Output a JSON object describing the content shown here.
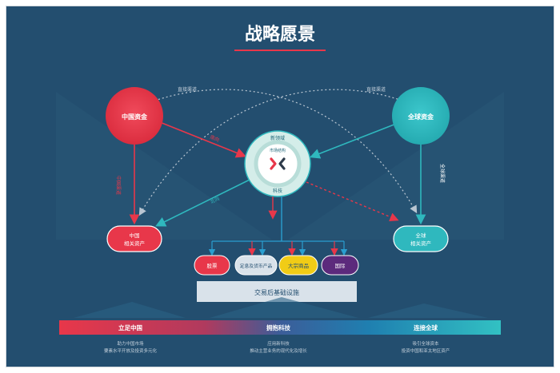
{
  "title": "战略愿景",
  "left_fund": "中国资金",
  "right_fund": "全球资金",
  "left_asset": [
    "中国",
    "相关资产"
  ],
  "right_asset": [
    "全球",
    "相关资产"
  ],
  "center_top": "新领域",
  "center_inner": "市场结构",
  "center_bottom": "科技",
  "arc_label_left": "直接渠道",
  "arc_label_right": "直接渠道",
  "label_nanxiang": "南向",
  "label_beixiang": "北向",
  "label_china_channel": "中国渠道",
  "label_global_channel": "全球渠道",
  "products": [
    "股票",
    "定息及货币产品",
    "大宗商品",
    "国际"
  ],
  "infrastructure": "交易后基础设施",
  "bar_labels": [
    "立足中国",
    "拥抱科技",
    "连接全球"
  ],
  "bar_sub": [
    [
      "助力中国市场",
      "要素水平开放及投资多元化"
    ],
    [
      "应用新科技",
      "推动主营业务的现代化及增长"
    ],
    [
      "吸引全球资本",
      "投资中国和亚太地区资产"
    ]
  ],
  "colors": {
    "background": "#234e6f",
    "red": "#e8374a",
    "teal": "#2fb8be",
    "yellow": "#f1cc16",
    "purple": "#5c2a7c",
    "light": "#d9e2ea"
  }
}
